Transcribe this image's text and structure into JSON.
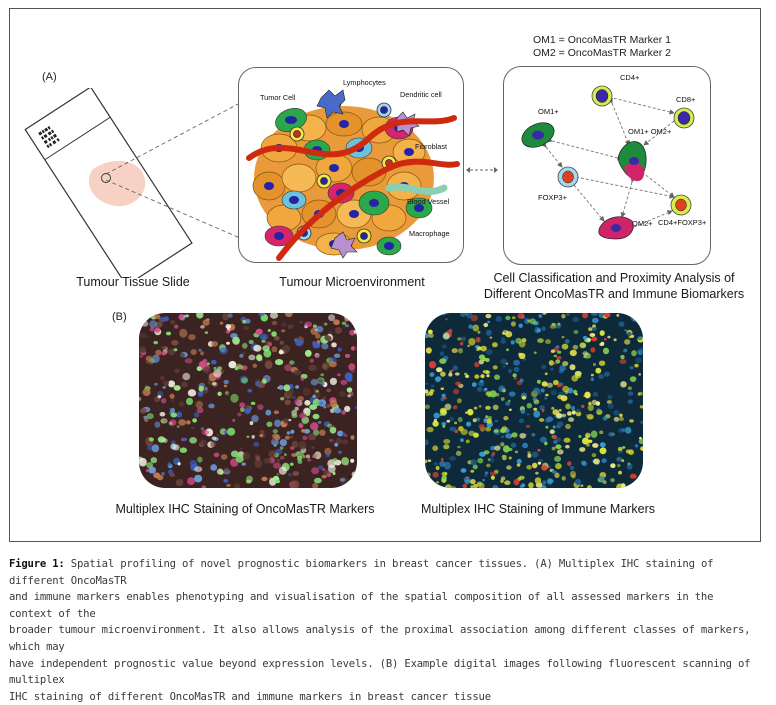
{
  "panel_a_label": "(A)",
  "panel_b_label": "(B)",
  "legend": {
    "om1": "OM1 = OncoMasTR Marker 1",
    "om2": "OM2 = OncoMasTR Marker 2"
  },
  "slide_caption": "Tumour Tissue Slide",
  "tme_caption": "Tumour Microenvironment",
  "tme_labels": {
    "tumor_cell": "Tumor Cell",
    "lymphocytes": "Lymphocytes",
    "dendritic_cell": "Dendritic cell",
    "fibroblast": "Fibroblast",
    "blood_vessel": "Blood Vessel",
    "macrophage": "Macrophage"
  },
  "classification_caption": {
    "line1": "Cell Classification and Proximity Analysis of",
    "line2": "Different OncoMasTR and Immune Biomarkers"
  },
  "cell_labels": {
    "cd4": "CD4+",
    "cd8": "CD8+",
    "om1": "OM1+",
    "om1_om2": "OM1+ OM2+",
    "foxp3": "FOXP3+",
    "om2": "OM2+",
    "cd4_foxp3": "CD4+FOXP3+"
  },
  "image_captions": {
    "oncomastr": "Multiplex IHC Staining of OncoMasTR Markers",
    "immune": "Multiplex IHC Staining of Immune Markers"
  },
  "figure_caption": {
    "lead": "Figure 1:",
    "line1": " Spatial profiling of novel prognostic biomarkers in breast cancer tissues. (A) Multiplex IHC staining of different OncoMasTR",
    "line2": "and immune markers enables phenotyping and visualisation of the spatial composition of all assessed markers in the context of the",
    "line3": "broader tumour microenvironment. It also allows analysis of the proximal association among different classes of markers, which may",
    "line4": "have independent prognostic value beyond expression levels. (B) Example digital images following fluorescent scanning of multiplex",
    "line5": "IHC staining of different OncoMasTR and immune markers in breast cancer tissue"
  },
  "colors": {
    "om1_cell": "#1e8a3c",
    "om2_cell": "#d0246a",
    "cd4_cell": "#d8ec4a",
    "cd8_cell": "#d8ec4a",
    "foxp3_cell": "#9fd8f0",
    "nucleus": "#2a2aa0",
    "slide_tissue": "#f7d2c4"
  }
}
